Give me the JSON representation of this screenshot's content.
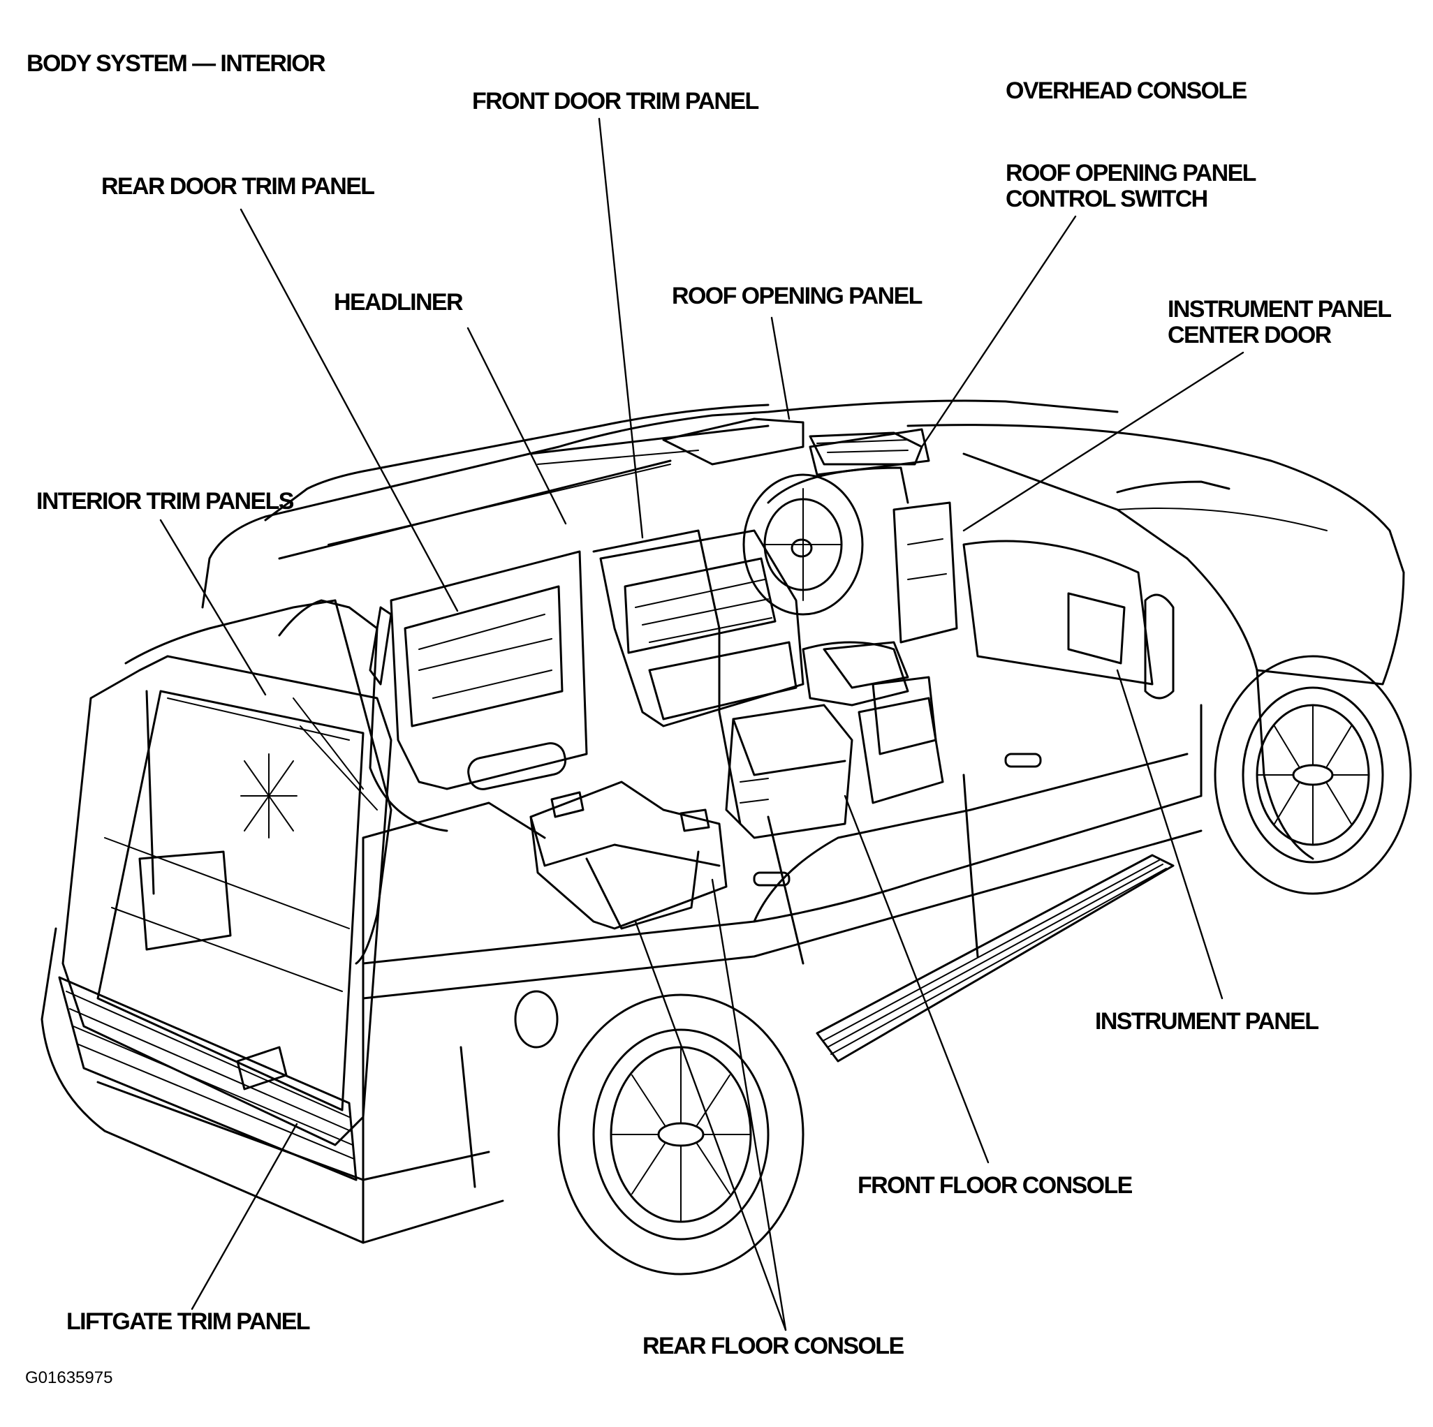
{
  "title": "BODY SYSTEM — INTERIOR",
  "figure_code": "G01635975",
  "labels": {
    "front_door_trim_panel": "FRONT DOOR TRIM PANEL",
    "overhead_console": "OVERHEAD CONSOLE",
    "rear_door_trim_panel": "REAR DOOR TRIM PANEL",
    "roof_opening_panel_control_switch": [
      "ROOF OPENING PANEL",
      "CONTROL SWITCH"
    ],
    "headliner": "HEADLINER",
    "roof_opening_panel": "ROOF OPENING PANEL",
    "instrument_panel_center_door": [
      "INSTRUMENT PANEL",
      "CENTER DOOR"
    ],
    "interior_trim_panels": "INTERIOR TRIM PANELS",
    "instrument_panel": "INSTRUMENT PANEL",
    "front_floor_console": "FRONT FLOOR CONSOLE",
    "liftgate_trim_panel": "LIFTGATE TRIM PANEL",
    "rear_floor_console": "REAR FLOOR CONSOLE"
  }
}
